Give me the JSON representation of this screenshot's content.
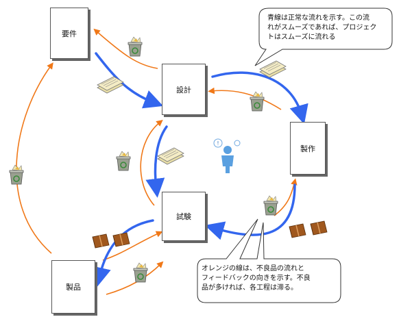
{
  "stages": {
    "requirements": "要件",
    "design": "設計",
    "build": "製作",
    "test": "試験",
    "product": "製品"
  },
  "callout_blue": {
    "lines": [
      "青線は正常な流れを示す。この流",
      "れがスムーズであれば、プロジェク",
      "トはスムーズに流れる"
    ]
  },
  "callout_orange": {
    "lines": [
      "オレンジの線は、不良品の流れと",
      "フィードバックの向きを示す。不良",
      "品が多ければ、各工程は滞る。"
    ]
  },
  "colors": {
    "normal_flow": "#3366ee",
    "defect_flow": "#f07818",
    "stage_border": "#555555",
    "recycle_bin": "#9aa090",
    "document": "#e9dfa8",
    "box": "#a0581e",
    "person": "#5aa0e0"
  },
  "icons": [
    "document-stack-icon",
    "recycle-bin-icon",
    "cardboard-box-icon",
    "thinking-person-icon"
  ]
}
